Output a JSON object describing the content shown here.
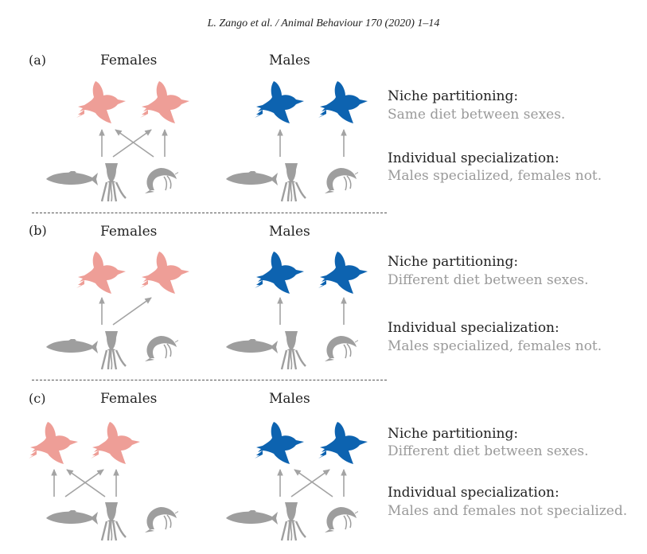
{
  "header": "L. Zango et al. / Animal Behaviour 170 (2020) 1–14",
  "colors": {
    "female": "#ee9e97",
    "male": "#0d63b0",
    "prey": "#9e9e9e",
    "arrow": "#a3a3a3"
  },
  "icons": [
    "seabird-icon",
    "fish-icon",
    "squid-icon",
    "shrimp-icon",
    "arrow-icon"
  ],
  "panels": [
    {
      "label": "(a)",
      "females": "Females",
      "males": "Males",
      "niche_title": "Niche partitioning:",
      "niche_text": "Same diet between sexes.",
      "spec_title": "Individual specialization:",
      "spec_text": "Males specialized, females not."
    },
    {
      "label": "(b)",
      "females": "Females",
      "males": "Males",
      "niche_title": "Niche partitioning:",
      "niche_text": "Different diet between sexes.",
      "spec_title": "Individual specialization:",
      "spec_text": "Males specialized, females not."
    },
    {
      "label": "(c)",
      "females": "Females",
      "males": "Males",
      "niche_title": "Niche partitioning:",
      "niche_text": "Different diet between sexes.",
      "spec_title": "Individual specialization:",
      "spec_text": "Males and females not specialized."
    }
  ]
}
